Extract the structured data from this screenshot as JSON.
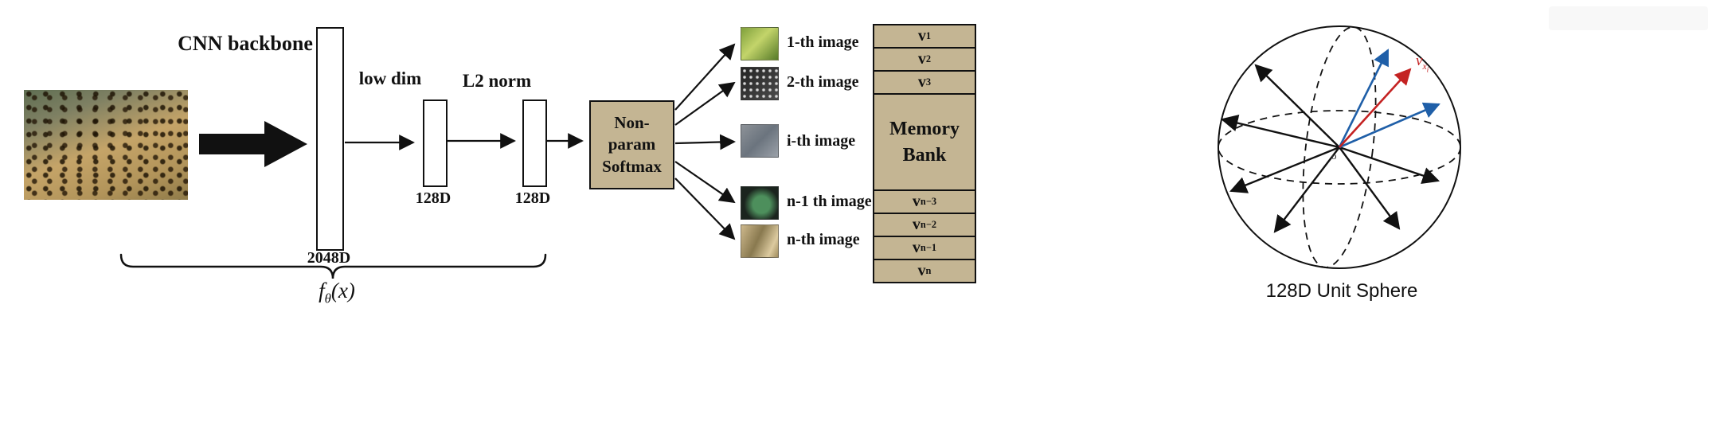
{
  "diagram": {
    "cnn": {
      "title": "CNN backbone",
      "dim": "2048D"
    },
    "low_dim": {
      "title": "low dim",
      "dim": "128D"
    },
    "l2_norm": {
      "title": "L2 norm",
      "dim": "128D"
    },
    "softmax": {
      "line1": "Non-param",
      "line2": "Softmax"
    },
    "f_theta": {
      "base": "f",
      "sub": "θ",
      "rest": "(x)"
    },
    "image_list": [
      {
        "label": "1-th image"
      },
      {
        "label": "2-th image"
      },
      {
        "label": "i-th image"
      },
      {
        "label": "n-1 th image"
      },
      {
        "label": "n-th image"
      }
    ],
    "memory_bank": {
      "title_line1": "Memory",
      "title_line2": "Bank",
      "rows_top": [
        {
          "base": "v",
          "sub": "1"
        },
        {
          "base": "v",
          "sub": "2"
        },
        {
          "base": "v",
          "sub": "3"
        }
      ],
      "rows_bottom": [
        {
          "base": "v",
          "sub": "n−3"
        },
        {
          "base": "v",
          "sub": "n−2"
        },
        {
          "base": "v",
          "sub": "n−1"
        },
        {
          "base": "v",
          "sub": "n"
        }
      ]
    },
    "sphere": {
      "caption": "128D Unit Sphere",
      "origin_label": "o",
      "vector": {
        "base": "v",
        "sub": "x",
        "subsub": "i"
      }
    },
    "colors": {
      "box_fill": "#c4b593",
      "ink": "#111111",
      "vector_red": "#c42222",
      "vector_blue": "#1f5fa8"
    }
  }
}
